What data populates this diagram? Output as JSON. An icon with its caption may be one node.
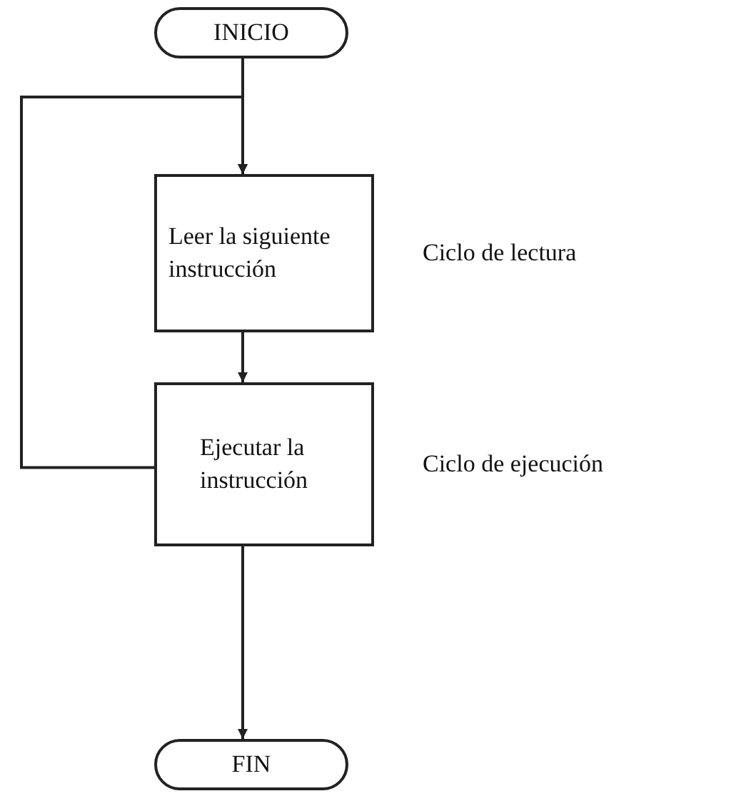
{
  "diagram": {
    "nodes": [
      {
        "text": [
          "INICIO"
        ]
      },
      {
        "text": [
          "Leer la siguiente instrucción"
        ],
        "beside": [
          "Ciclo de lectura"
        ]
      },
      {
        "text": [
          "Ejecutar la instrucción"
        ],
        "beside": [
          "Ciclo de ejecución"
        ]
      },
      {
        "text": [
          "FIN"
        ]
      }
    ],
    "edges": [
      {
        "from": 0,
        "to": 1,
        "arrow": "to"
      },
      {
        "from": 1,
        "to": 2,
        "arrow": "to"
      },
      {
        "from": 2,
        "to": 3,
        "arrow": "to"
      },
      {
        "from": 2,
        "to": 1,
        "arrow": "to"
      }
    ]
  }
}
